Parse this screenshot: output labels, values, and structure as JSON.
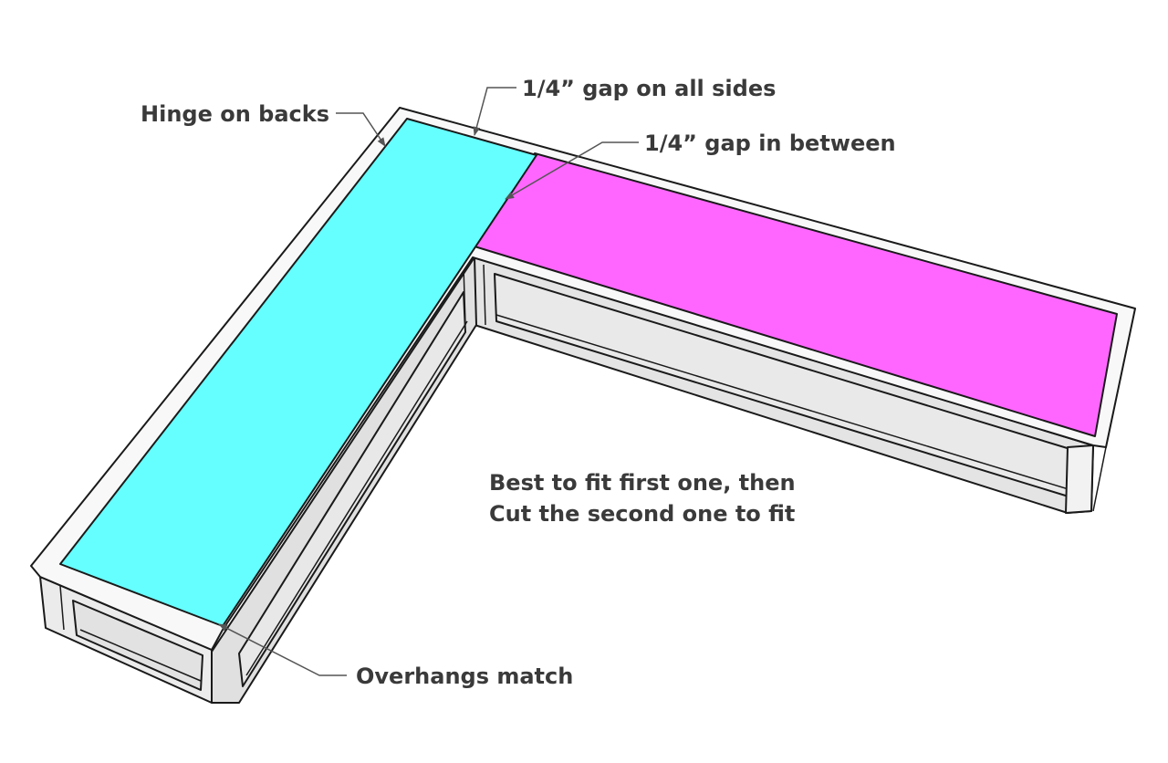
{
  "annotations": {
    "gap_all_sides": "1/4” gap on all sides",
    "hinge_on_backs": "Hinge on backs",
    "gap_in_between": "1/4” gap in between",
    "fit_line1": "Best to fit first one, then",
    "fit_line2": "Cut the second one to fit",
    "overhangs_match": "Overhangs match"
  },
  "colors": {
    "lid_left": "#66ffff",
    "lid_right": "#ff66ff",
    "frame_top": "#f8f8f8",
    "frame_side": "#e2e2e2",
    "outline": "#1a1a1a",
    "leader": "#555555",
    "text": "#3a3a3a"
  }
}
